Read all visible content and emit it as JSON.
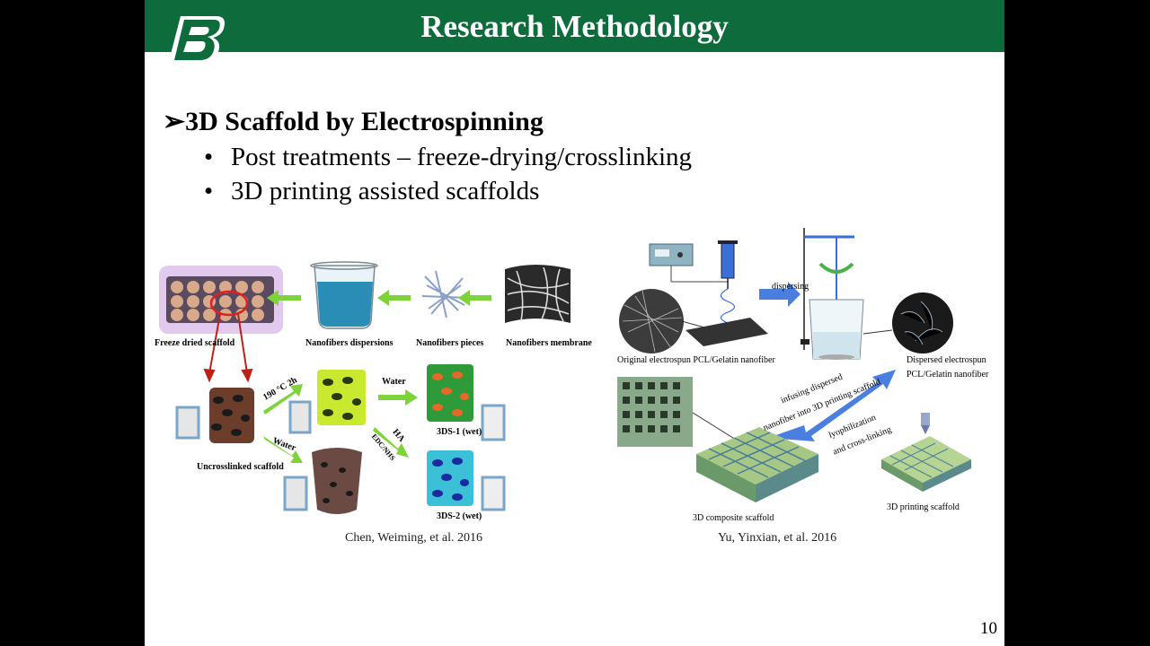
{
  "slide": {
    "title": "Research Methodology",
    "heading_marker": "➢",
    "heading": "3D Scaffold by Electrospinning",
    "bullets": [
      "Post treatments – freeze-drying/crosslinking",
      "3D printing assisted scaffolds"
    ],
    "bullet_marker": "•",
    "page_number": "10"
  },
  "figure_left": {
    "labels": {
      "freeze_dried": "Freeze dried scaffold",
      "dispersions": "Nanofibers dispersions",
      "pieces": "Nanofibers pieces",
      "membrane": "Nanofibers membrane",
      "uncrosslinked": "Uncrosslinked scaffold",
      "heat": "190 °C 2h",
      "water1": "Water",
      "water2": "Water",
      "ha": "HA",
      "edc": "EDC/NHS",
      "ds1": "3DS-1 (wet)",
      "ds2": "3DS-2 (wet)"
    },
    "caption": "Chen, Weiming, et al. 2016"
  },
  "figure_right": {
    "labels": {
      "dispersing": "dispersing",
      "original": "Original electrospun PCL/Gelatin nanofiber",
      "dispersed1": "Dispersed electrospun",
      "dispersed2": "PCL/Gelatin nanofiber",
      "infusing1": "infusing dispersed",
      "infusing2": "nanofiber into 3D printing scaffold",
      "lyo1": "lyophilization",
      "lyo2": "and cross-linking",
      "composite": "3D composite scaffold",
      "printing": "3D printing scaffold"
    },
    "caption": "Yu, Yinxian, et al. 2016"
  },
  "colors": {
    "header_green": "#0d6b3c",
    "arrow_green": "#7ed23a",
    "arrow_blue": "#4a7fe0"
  }
}
